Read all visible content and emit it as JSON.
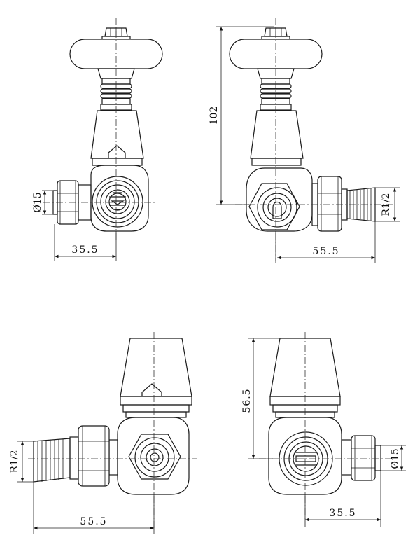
{
  "views": {
    "top_left": {
      "dim_diameter": "Ø15",
      "dim_width": "35.5"
    },
    "top_right": {
      "dim_height": "102",
      "dim_thread": "R1/2",
      "dim_width": "55.5"
    },
    "bottom_left": {
      "dim_thread": "R1/2",
      "dim_width": "55.5"
    },
    "bottom_right": {
      "dim_height": "56.5",
      "dim_diameter": "Ø15",
      "dim_width": "35.5"
    }
  },
  "colors": {
    "line": "#1a1a1a",
    "background": "#ffffff"
  }
}
